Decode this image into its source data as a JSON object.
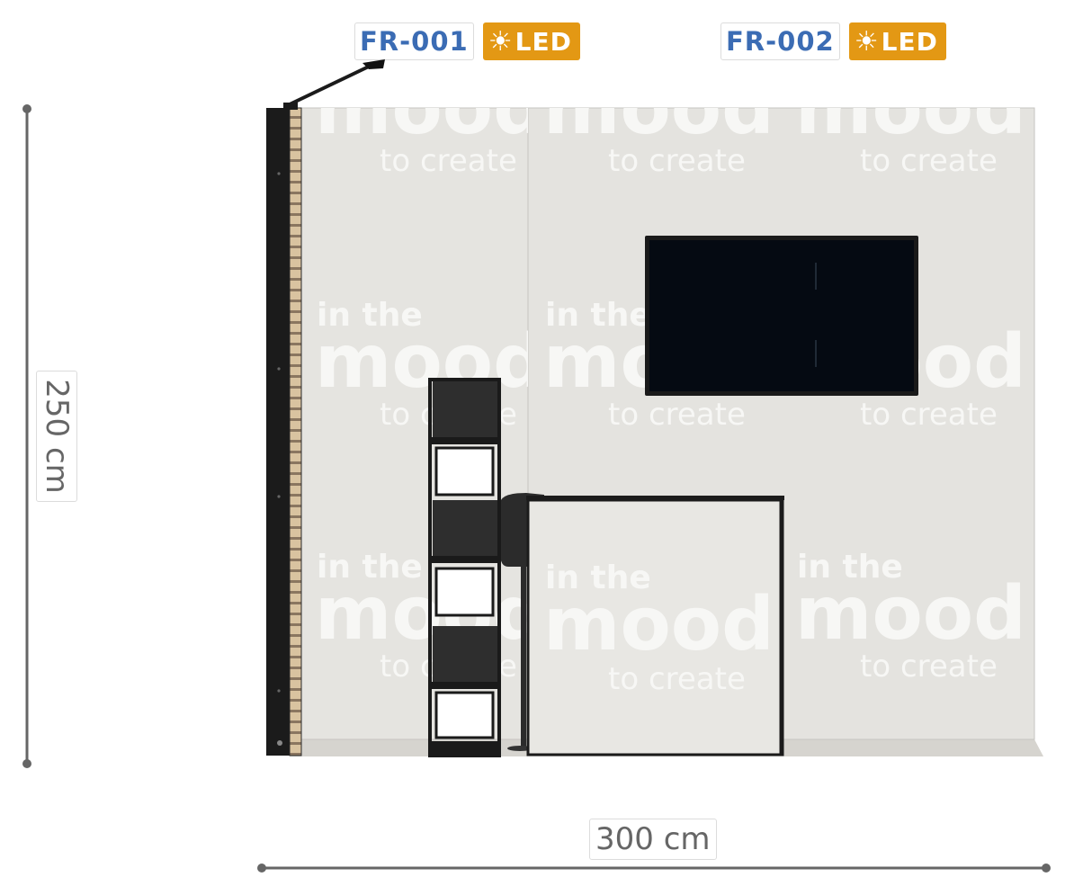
{
  "panels": [
    {
      "code": "FR-001",
      "feature": "LED",
      "feature_icon": "sun-icon"
    },
    {
      "code": "FR-002",
      "feature": "LED",
      "feature_icon": "sun-icon"
    }
  ],
  "dimensions": {
    "width": "300 cm",
    "height": "250 cm"
  },
  "watermark": {
    "line1": "in the",
    "line2": "mood",
    "line3": "to create"
  },
  "colors": {
    "panel_code_text": "#3b6cb4",
    "led_badge": "#e39814",
    "wall": "#e4e3df",
    "frame": "#1b1b1b",
    "wood_slats": "#d9c3a0",
    "screen": "#050a12",
    "dimension_line": "#666666"
  }
}
